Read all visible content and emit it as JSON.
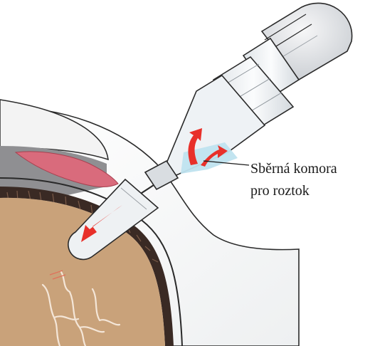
{
  "callout": {
    "line1": "Sběrná komora",
    "line2": "pro roztok"
  },
  "colors": {
    "fundus": "#c9a27a",
    "choroid": "#3a2a24",
    "lid_pink": "#d96b7c",
    "arrow_red": "#e8302a",
    "fluid_blue": "#bfe3ef",
    "outline": "#1e1e1e",
    "plastic": "#e9edf0"
  },
  "icons": [
    "syringe-device",
    "eye-cross-section",
    "flow-arrow"
  ]
}
